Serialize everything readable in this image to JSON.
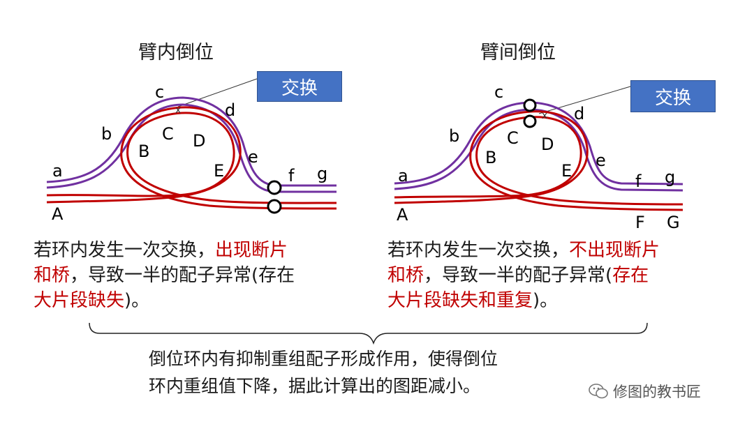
{
  "panels": [
    {
      "title": "臂内倒位",
      "swap_label": "交换",
      "labels_upper": [
        "a",
        "b",
        "c",
        "d",
        "e",
        "f",
        "g"
      ],
      "labels_loop": [
        "B",
        "C",
        "D",
        "E"
      ],
      "label_lower_A": "A",
      "cross_mark": "x",
      "caption": [
        {
          "text": "若环内发生一次交换，",
          "highlight": false
        },
        {
          "text": "出现断片",
          "highlight": true
        },
        {
          "text": "和桥",
          "highlight": true
        },
        {
          "text": "，导致一半的配子异常(存在",
          "highlight": false
        },
        {
          "text": "大片段缺失",
          "highlight": true
        },
        {
          "text": ")。",
          "highlight": false
        }
      ]
    },
    {
      "title": "臂间倒位",
      "swap_label": "交换",
      "labels_upper": [
        "a",
        "b",
        "c",
        "d",
        "e",
        "f",
        "g"
      ],
      "labels_loop": [
        "B",
        "C",
        "D",
        "E"
      ],
      "label_lower_A": "A",
      "label_lower_FG": [
        "F",
        "G"
      ],
      "cross_mark": "x",
      "caption": [
        {
          "text": "若环内发生一次交换，",
          "highlight": false
        },
        {
          "text": "不出现断片",
          "highlight": true
        },
        {
          "text": "和桥",
          "highlight": true
        },
        {
          "text": "，导致一半的配子异常(",
          "highlight": false
        },
        {
          "text": "存在",
          "highlight": true
        },
        {
          "text": "大片段缺失和重复",
          "highlight": true
        },
        {
          "text": ")。",
          "highlight": false
        }
      ]
    }
  ],
  "conclusion": {
    "line1": "倒位环内有抑制重组配子形成作用，使得倒位",
    "line2": "环内重组值下降，据此计算出的图距减小。"
  },
  "watermark": {
    "text": "修图的教书匠",
    "icon": "wechat-icon"
  },
  "colors": {
    "purple": "#7030a0",
    "red": "#c00000",
    "swap_box": "#4472c4",
    "text": "#1a1a1a"
  }
}
